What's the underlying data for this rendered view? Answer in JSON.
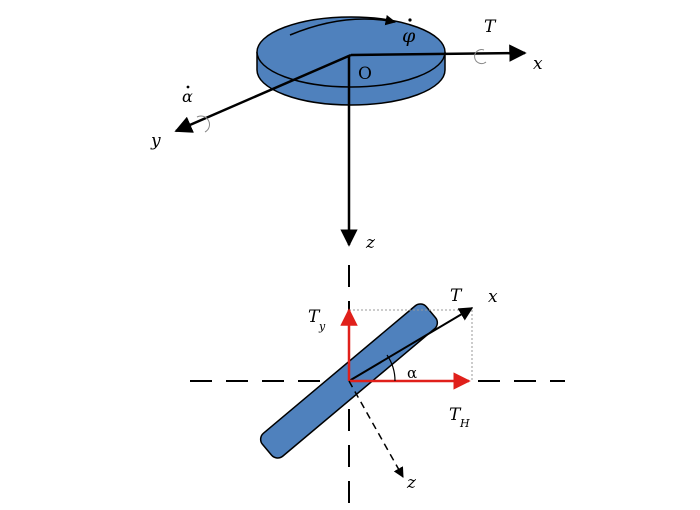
{
  "top_view": {
    "origin": "O",
    "x_axis": "x",
    "y_axis": "y",
    "z_axis": "z",
    "spin_rate": "φ",
    "torque": "T",
    "tilt_rate": "α"
  },
  "side_view": {
    "x_axis": "x",
    "z_axis": "z",
    "thrust": "T",
    "thrust_y": "T",
    "thrust_y_sub": "y",
    "thrust_h": "T",
    "thrust_h_sub": "H",
    "angle": "α"
  },
  "colors": {
    "disk_fill": "#4f81bd",
    "disk_stroke": "#000000",
    "component_arrow": "#e0201b"
  }
}
